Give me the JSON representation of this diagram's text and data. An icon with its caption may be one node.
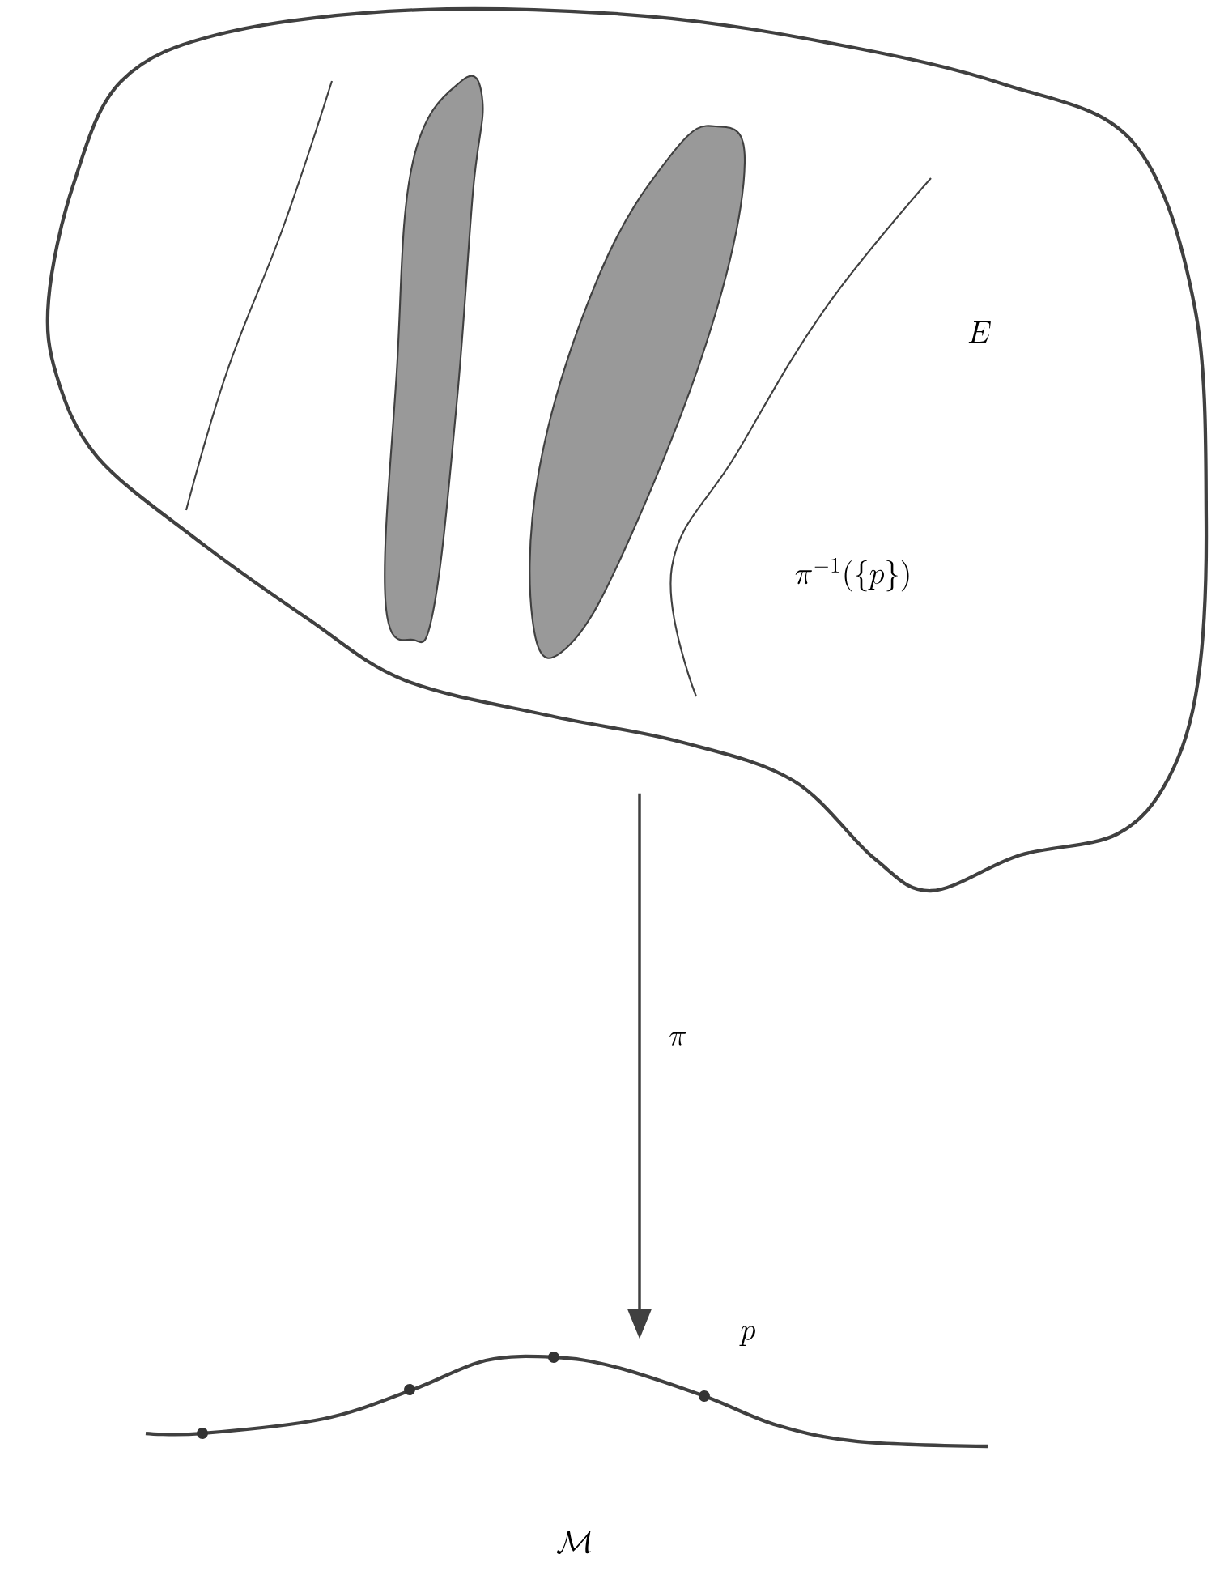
{
  "diagram": {
    "nodes": [
      {
        "text": [
          "E"
        ]
      },
      {
        "text": [
          "\\mathcal{M}"
        ]
      }
    ],
    "edges": [
      {
        "from": 0,
        "to": 1,
        "arrow": "to",
        "label": "\\pi"
      }
    ],
    "labels": [
      "\\pi^{-1}(\\{p\\})",
      "p"
    ]
  }
}
